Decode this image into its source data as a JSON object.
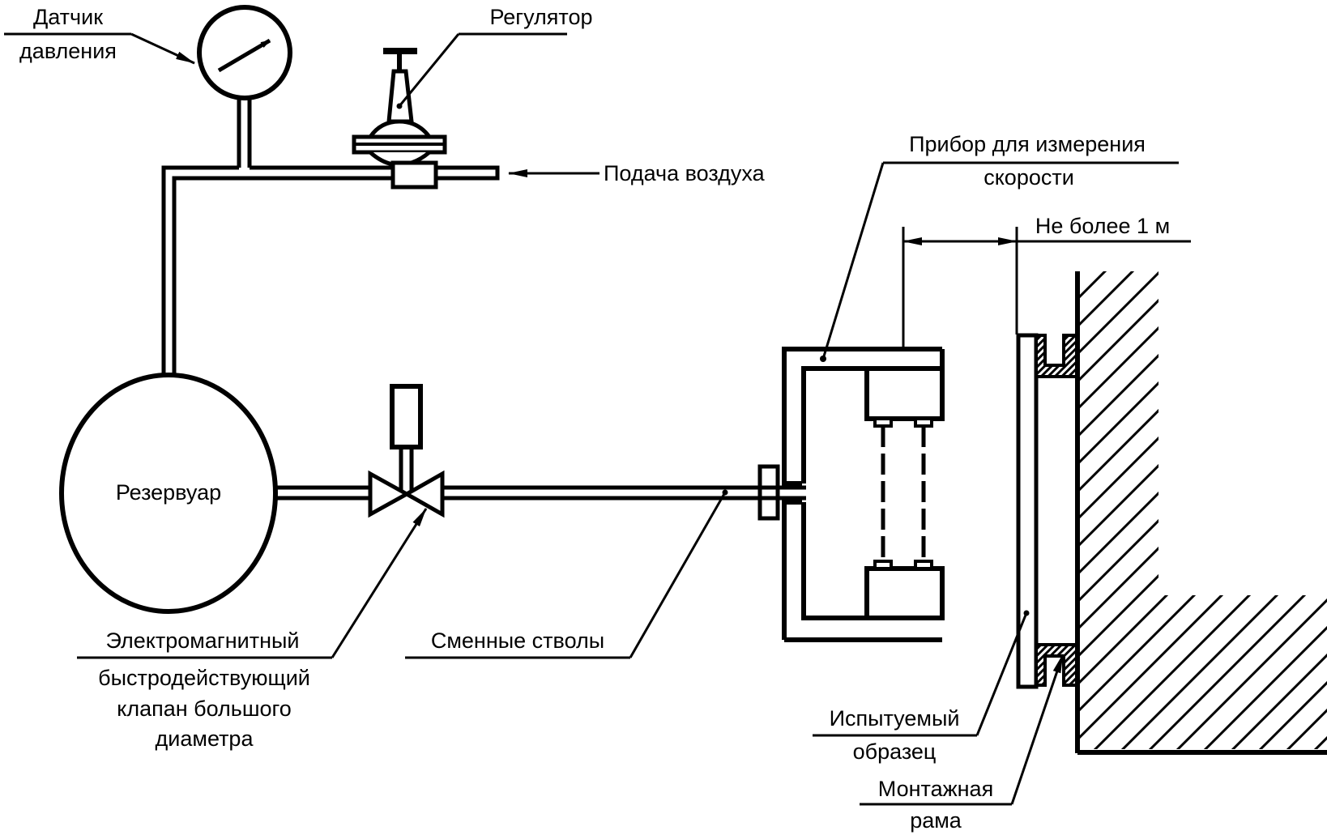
{
  "diagram": {
    "colors": {
      "line": "#000000",
      "background": "#ffffff"
    },
    "labels": {
      "pressure_sensor": [
        "Датчик",
        "давления"
      ],
      "regulator": "Регулятор",
      "air_supply": "Подача воздуха",
      "velocity_meter": [
        "Прибор для измерения",
        "скорости"
      ],
      "distance_limit": "Не более 1 м",
      "reservoir": "Резервуар",
      "solenoid_valve": [
        "Электромагнитный",
        "быстродействующий",
        "клапан большого",
        "диаметра"
      ],
      "barrels": "Сменные стволы",
      "test_specimen": [
        "Испытуемый",
        "образец"
      ],
      "mounting_frame": [
        "Монтажная",
        "рама"
      ]
    }
  }
}
